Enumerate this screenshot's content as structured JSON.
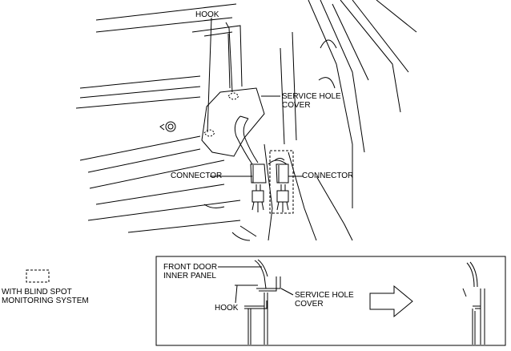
{
  "main_view": {
    "hook": "HOOK",
    "service_hole_cover_1": "SERVICE HOLE",
    "service_hole_cover_2": "COVER",
    "connector_left": "CONNECTOR",
    "connector_right": "CONNECTOR"
  },
  "legend": {
    "line1": "WITH BLIND SPOT",
    "line2": "MONITORING SYSTEM"
  },
  "detail_view": {
    "front_door_1": "FRONT DOOR",
    "front_door_2": "INNER PANEL",
    "hook": "HOOK",
    "service_hole_cover_1": "SERVICE HOLE",
    "service_hole_cover_2": "COVER"
  }
}
